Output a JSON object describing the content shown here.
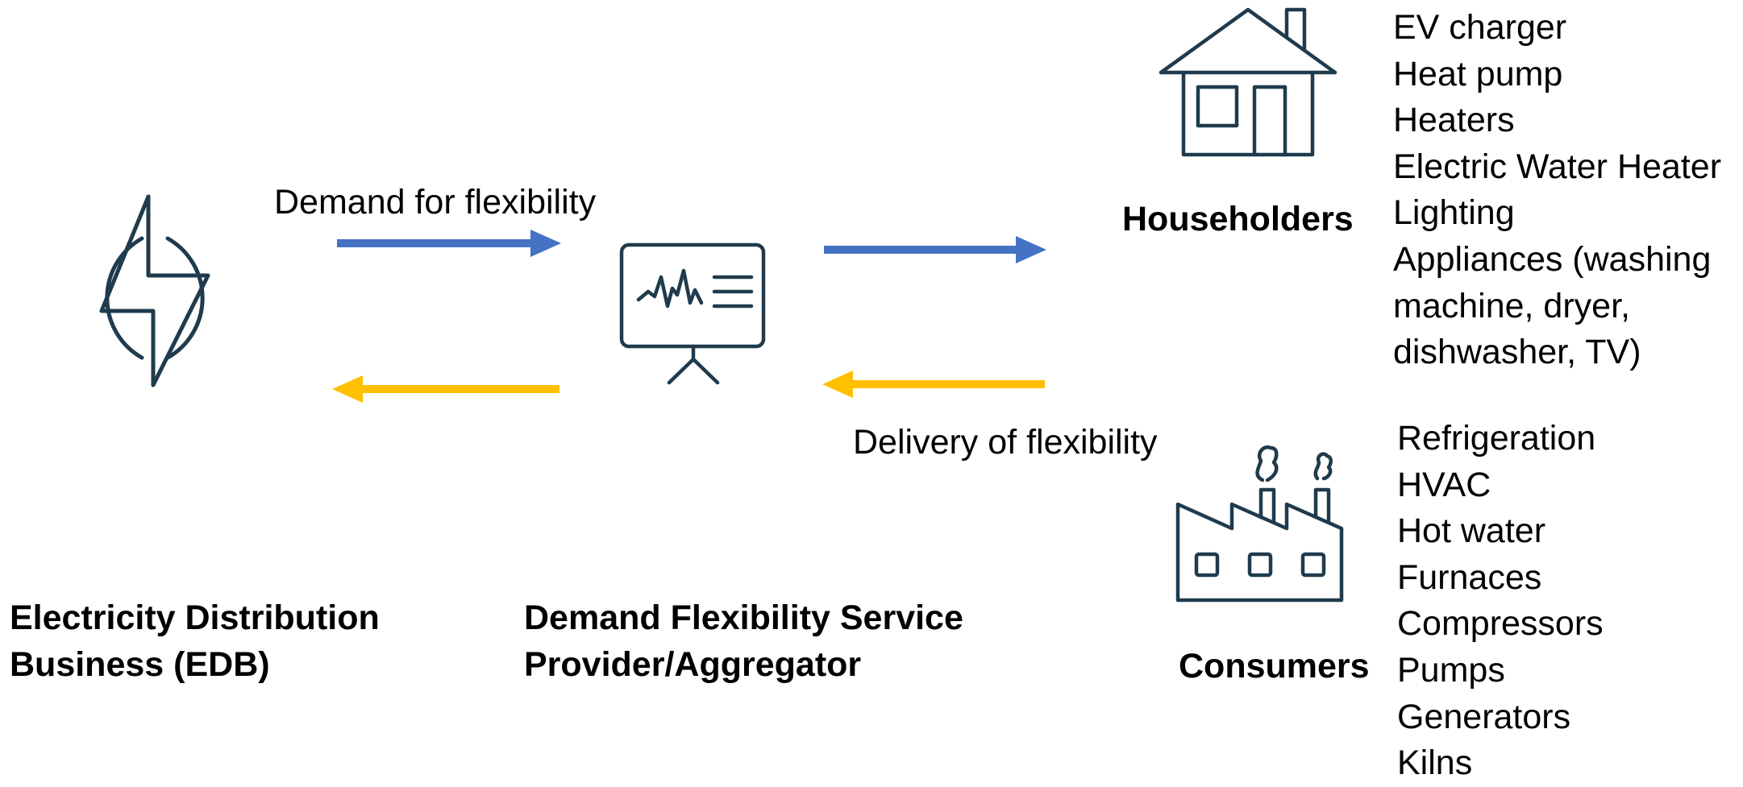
{
  "labels": {
    "demand": "Demand for flexibility",
    "delivery": "Delivery of flexibility"
  },
  "actors": {
    "edb": {
      "line1": "Electricity Distribution",
      "line2": "Business (EDB)"
    },
    "aggregator": {
      "line1": "Demand Flexibility Service",
      "line2": "Provider/Aggregator"
    },
    "householders": "Householders",
    "consumers": "Consumers"
  },
  "household_items": [
    "EV charger",
    "Heat pump",
    "Heaters",
    "Electric Water Heater",
    "Lighting",
    "Appliances (washing",
    "machine, dryer,",
    "dishwasher, TV)"
  ],
  "consumer_items": [
    "Refrigeration",
    "HVAC",
    "Hot water",
    "Furnaces",
    "Compressors",
    "Pumps",
    "Generators",
    "Kilns"
  ],
  "colors": {
    "demand_arrow": "#4472C4",
    "delivery_arrow": "#FFC000",
    "icon_stroke": "#1F3B4D"
  },
  "icons": [
    "lightning-power-icon",
    "presentation-board-icon",
    "house-icon",
    "factory-icon"
  ]
}
